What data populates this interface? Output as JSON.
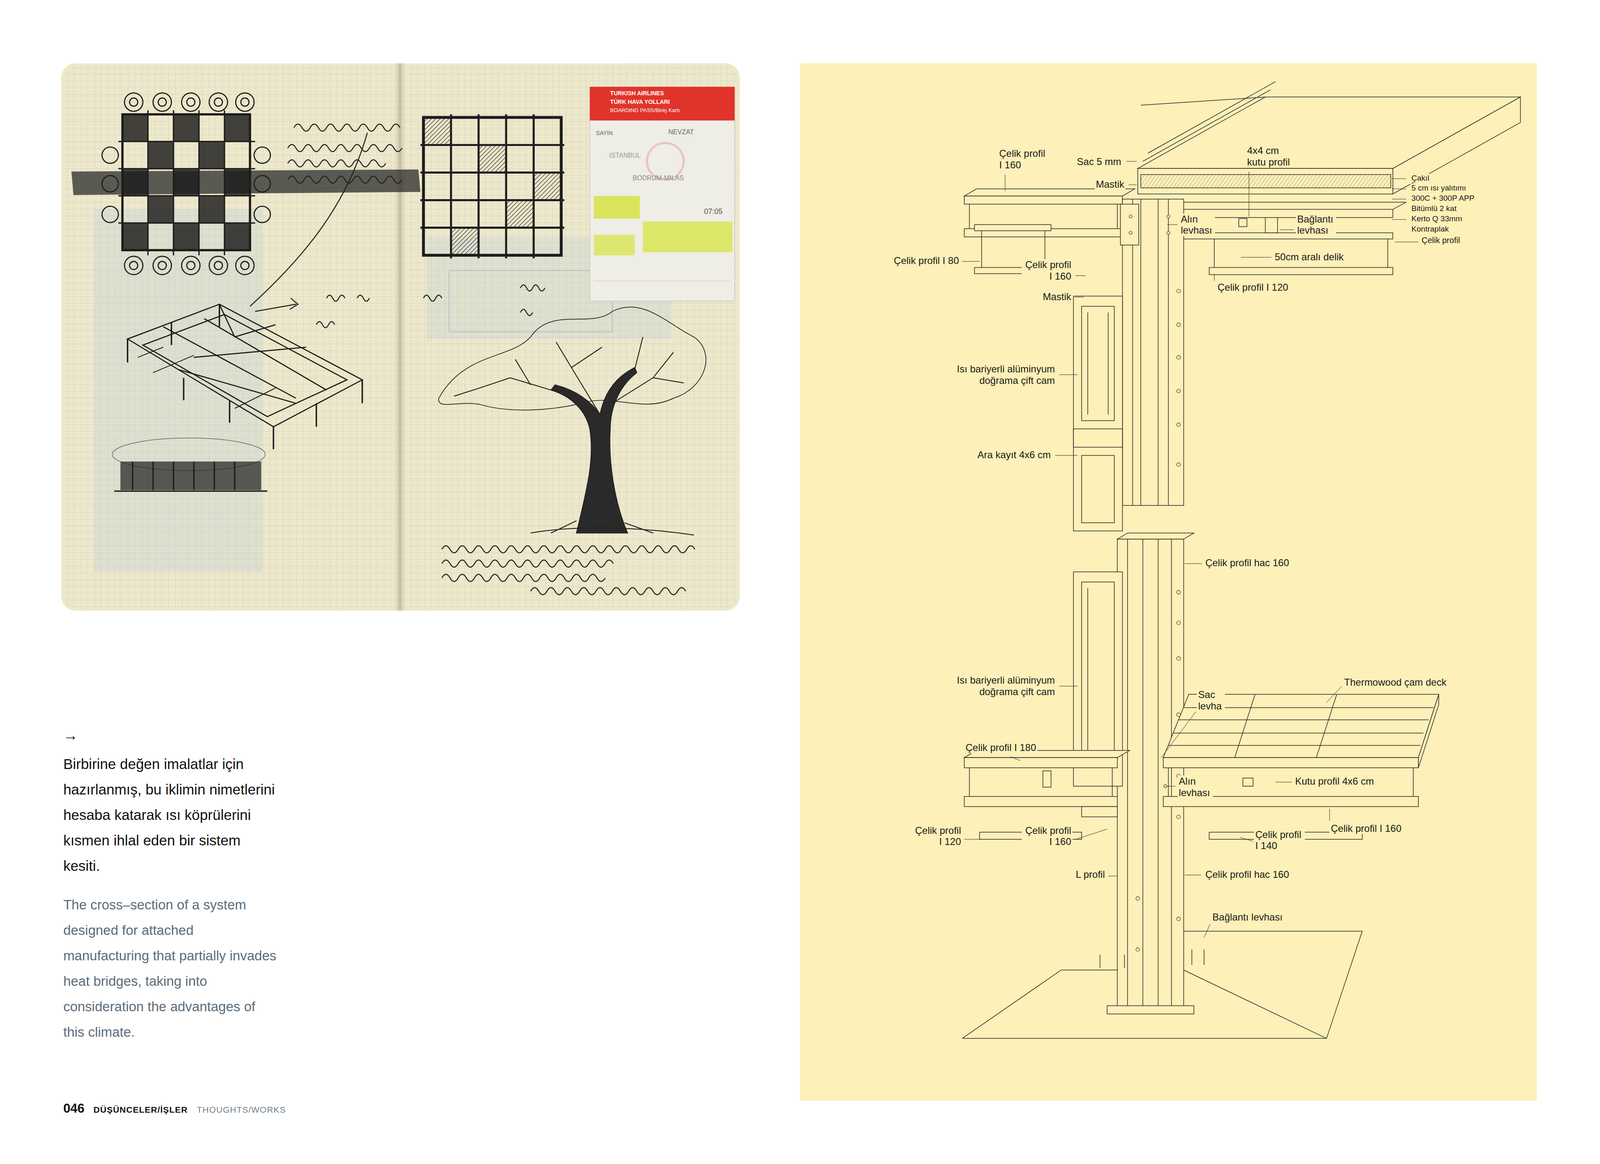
{
  "diagram": {
    "caption": "Birbirine değen imalatlar için hazırlanmış, bu iklimin nimetlerini hesaba katarak ısı köprülerini kısmen ihlal eden bir sistem kesiti.",
    "labels": [
      "→",
      "The cross–section of a system designed for attached manufacturing that partially invades heat bridges, taking into consideration the advantages of this climate.",
      "046",
      "DÜŞÜNCELER/İŞLER",
      "THOUGHTS/WORKS",
      "TURKISH AIRLINES",
      "TÜRK HAVA YOLLARI",
      "BOARDING PASS/Biniş Kartı",
      "SAYIN",
      "NEVZAT",
      "ISTANBUL",
      "BODRUM-MILAS",
      "07:05",
      "Çelik profil I 160",
      "Sac 5 mm",
      "Mastik",
      "4x4 cm kutu profil",
      "Çakıl",
      "5 cm ısı yalıtımı",
      "300C + 300P APP",
      "Bitümlü 2 kat",
      "Kerto Q 33mm",
      "Kontraplak",
      "Çelik profil",
      "Alın levhası",
      "Bağlantı levhası",
      "50cm aralı delik",
      "Çelik profil I 80",
      "Çelik profil I 160",
      "Çelik profil I 120",
      "Mastik",
      "Isı bariyerli alüminyum doğrama çift cam",
      "Ara kayıt 4x6 cm",
      "Çelik profil hac 160",
      "Isı bariyerli alüminyum doğrama çift cam",
      "Sac levha",
      "Thermowood çam deck",
      "Çelik profil I 180",
      "Alın levhası",
      "Kutu profil 4x6 cm",
      "Çelik profil I 120",
      "Çelik profil I 160",
      "Çelik profil I 140",
      "Çelik profil I 160",
      "L profil",
      "Çelik profil hac 160",
      "Bağlantı levhası"
    ]
  }
}
